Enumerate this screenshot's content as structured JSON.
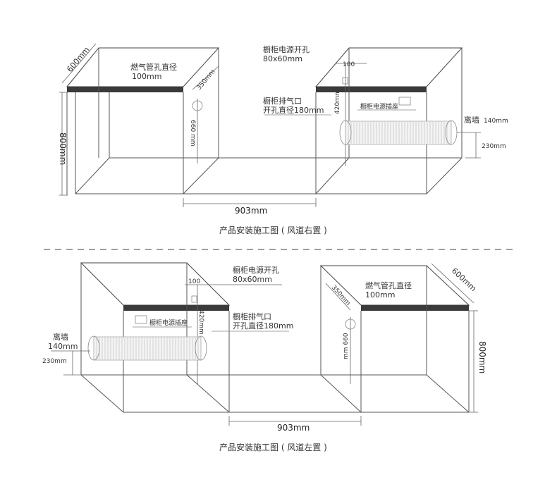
{
  "top_diagram": {
    "left_width": "600mm",
    "left_height": "800mm",
    "gas_hole_title": "燃气管孔直径",
    "gas_hole_value": "100mm",
    "gas_dim_350": "350mm",
    "gas_dim_660": "660 mm",
    "power_hole_title": "橱柜电源开孔",
    "power_hole_size": "80x60mm",
    "power_dim_100": "100",
    "vent_title": "橱柜排气口",
    "vent_value": "开孔直径180mm",
    "vent_dim_420": "420mm",
    "socket_label": "橱柜电源插座",
    "wall_label": "离墙",
    "wall_dim_140": "140mm",
    "wall_dim_230": "230mm",
    "gap": "903mm",
    "caption": "产品安装施工图 ( 风道右置 )"
  },
  "bottom_diagram": {
    "right_width": "600mm",
    "right_height": "800mm",
    "gas_hole_title": "燃气管孔直径",
    "gas_hole_value": "100mm",
    "gas_dim_350": "350mm",
    "gas_dim_660": "mm 660",
    "power_hole_title": "橱柜电源开孔",
    "power_hole_size": "80x60mm",
    "power_dim_100": "100",
    "vent_title": "橱柜排气口",
    "vent_value": "开孔直径180mm",
    "vent_dim_420": "420mm",
    "socket_label": "橱柜电源插座",
    "wall_label": "离墙",
    "wall_dim_140": "140mm",
    "wall_dim_230": "230mm",
    "gap": "903mm",
    "caption": "产品安装施工图 ( 风道左置 )"
  }
}
